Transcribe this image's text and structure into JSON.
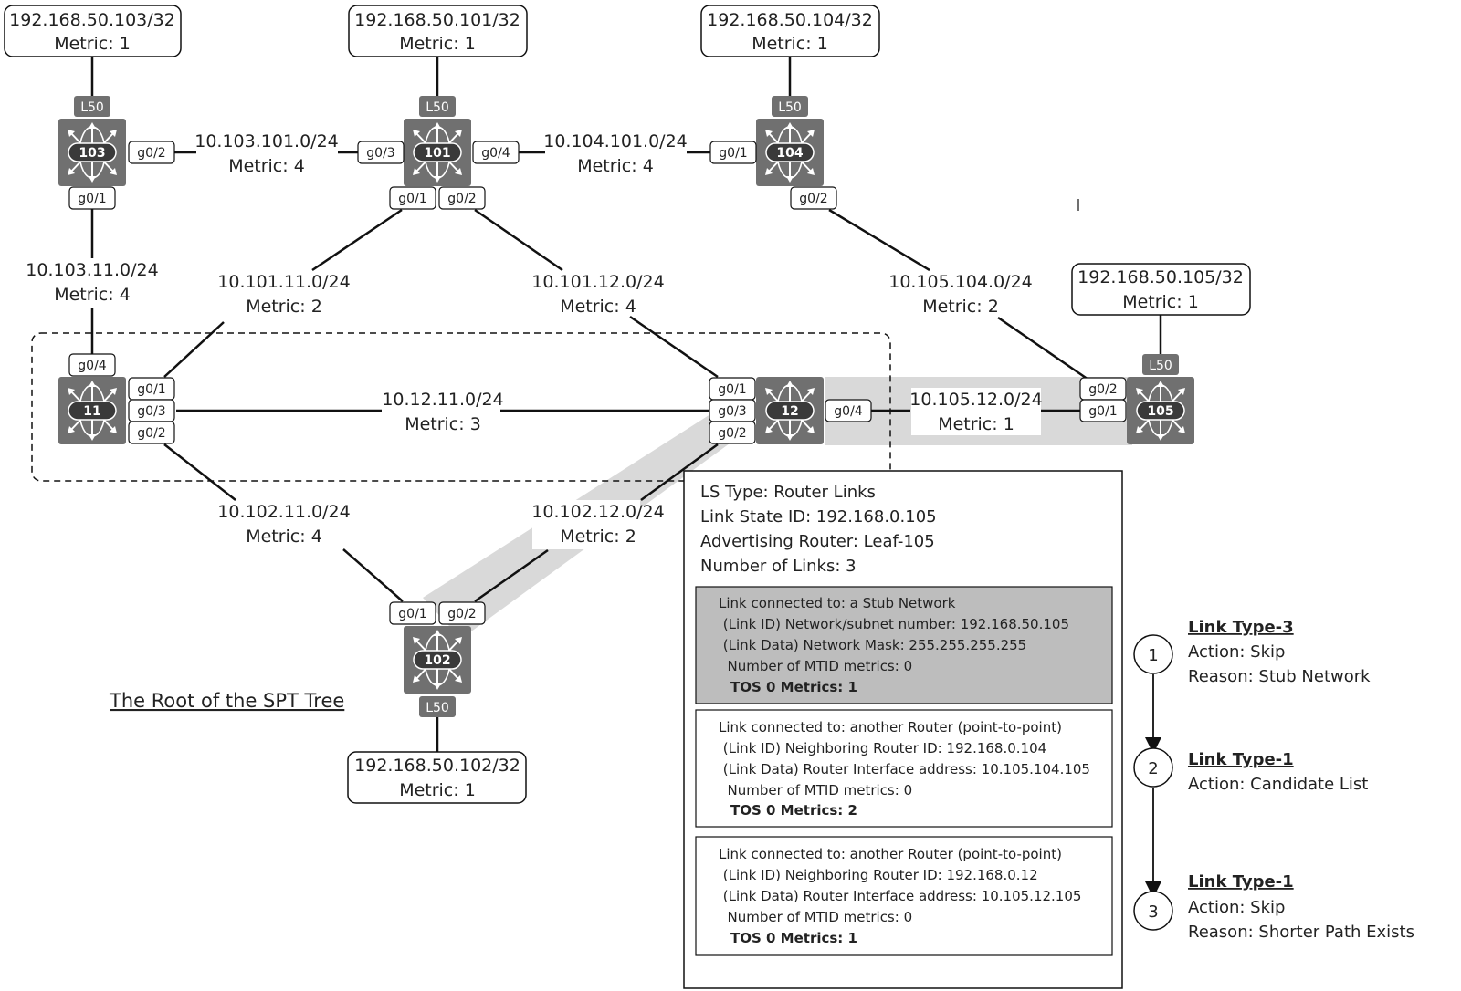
{
  "routers": [
    {
      "id": "103",
      "loopback": "L50"
    },
    {
      "id": "101",
      "loopback": "L50"
    },
    {
      "id": "104",
      "loopback": "L50"
    },
    {
      "id": "11",
      "loopback": ""
    },
    {
      "id": "12",
      "loopback": ""
    },
    {
      "id": "105",
      "loopback": "L50"
    },
    {
      "id": "102",
      "loopback": "L50"
    }
  ],
  "loopback_boxes": [
    {
      "prefix": "192.168.50.103/32",
      "metric": "Metric: 1"
    },
    {
      "prefix": "192.168.50.101/32",
      "metric": "Metric: 1"
    },
    {
      "prefix": "192.168.50.104/32",
      "metric": "Metric: 1"
    },
    {
      "prefix": "192.168.50.105/32",
      "metric": "Metric: 1"
    },
    {
      "prefix": "192.168.50.102/32",
      "metric": "Metric: 1"
    }
  ],
  "links": [
    {
      "subnet": "10.103.101.0/24",
      "metric": "Metric: 4"
    },
    {
      "subnet": "10.104.101.0/24",
      "metric": "Metric: 4"
    },
    {
      "subnet": "10.103.11.0/24",
      "metric": "Metric: 4"
    },
    {
      "subnet": "10.101.11.0/24",
      "metric": "Metric: 2"
    },
    {
      "subnet": "10.101.12.0/24",
      "metric": "Metric: 4"
    },
    {
      "subnet": "10.105.104.0/24",
      "metric": "Metric: 2"
    },
    {
      "subnet": "10.12.11.0/24",
      "metric": "Metric: 3"
    },
    {
      "subnet": "10.105.12.0/24",
      "metric": "Metric: 1"
    },
    {
      "subnet": "10.102.11.0/24",
      "metric": "Metric: 4"
    },
    {
      "subnet": "10.102.12.0/24",
      "metric": "Metric: 2"
    }
  ],
  "ports": {
    "r103_g02": "g0/2",
    "r103_g01": "g0/1",
    "r101_g03": "g0/3",
    "r101_g04": "g0/4",
    "r101_g01": "g0/1",
    "r101_g02": "g0/2",
    "r104_g01": "g0/1",
    "r104_g02": "g0/2",
    "r11_g04": "g0/4",
    "r11_g01": "g0/1",
    "r11_g03": "g0/3",
    "r11_g02": "g0/2",
    "r12_g01": "g0/1",
    "r12_g03": "g0/3",
    "r12_g02": "g0/2",
    "r12_g04": "g0/4",
    "r105_g02": "g0/2",
    "r105_g01": "g0/1",
    "r102_g01": "g0/1",
    "r102_g02": "g0/2"
  },
  "root_label": "The Root of the SPT Tree",
  "lsa": {
    "header": [
      "LS Type: Router Links",
      "Link State ID: 192.168.0.105",
      "Advertising Router: Leaf-105",
      "Number of Links: 3"
    ],
    "entries": [
      {
        "lines": [
          "Link connected to: a Stub Network",
          " (Link ID) Network/subnet number: 192.168.50.105",
          " (Link Data) Network Mask: 255.255.255.255",
          "  Number of MTID metrics: 0"
        ],
        "metric": "TOS 0 Metrics: 1",
        "highlight": true
      },
      {
        "lines": [
          "Link connected to: another Router (point-to-point)",
          " (Link ID) Neighboring Router ID: 192.168.0.104",
          " (Link Data) Router Interface address: 10.105.104.105",
          "  Number of MTID metrics: 0"
        ],
        "metric": "TOS 0 Metrics: 2",
        "highlight": false
      },
      {
        "lines": [
          "Link connected to: another Router (point-to-point)",
          " (Link ID) Neighboring Router ID: 192.168.0.12",
          " (Link Data) Router Interface address: 10.105.12.105",
          "  Number of MTID metrics: 0"
        ],
        "metric": "TOS 0 Metrics: 1",
        "highlight": false
      }
    ]
  },
  "steps": [
    {
      "num": "1",
      "heading": "Link Type-3",
      "lines": [
        "Action: Skip",
        "Reason: Stub Network"
      ]
    },
    {
      "num": "2",
      "heading": "Link Type-1",
      "lines": [
        "Action: Candidate List"
      ]
    },
    {
      "num": "3",
      "heading": "Link Type-1",
      "lines": [
        "Action: Skip",
        "Reason: Shorter Path Exists"
      ]
    }
  ],
  "colors": {
    "router_fill": "#707070",
    "router_badge": "#3a3a3a",
    "highlight_path": "#d9d9d9",
    "lsa_highlight": "#bdbdbd",
    "line": "#111111"
  }
}
